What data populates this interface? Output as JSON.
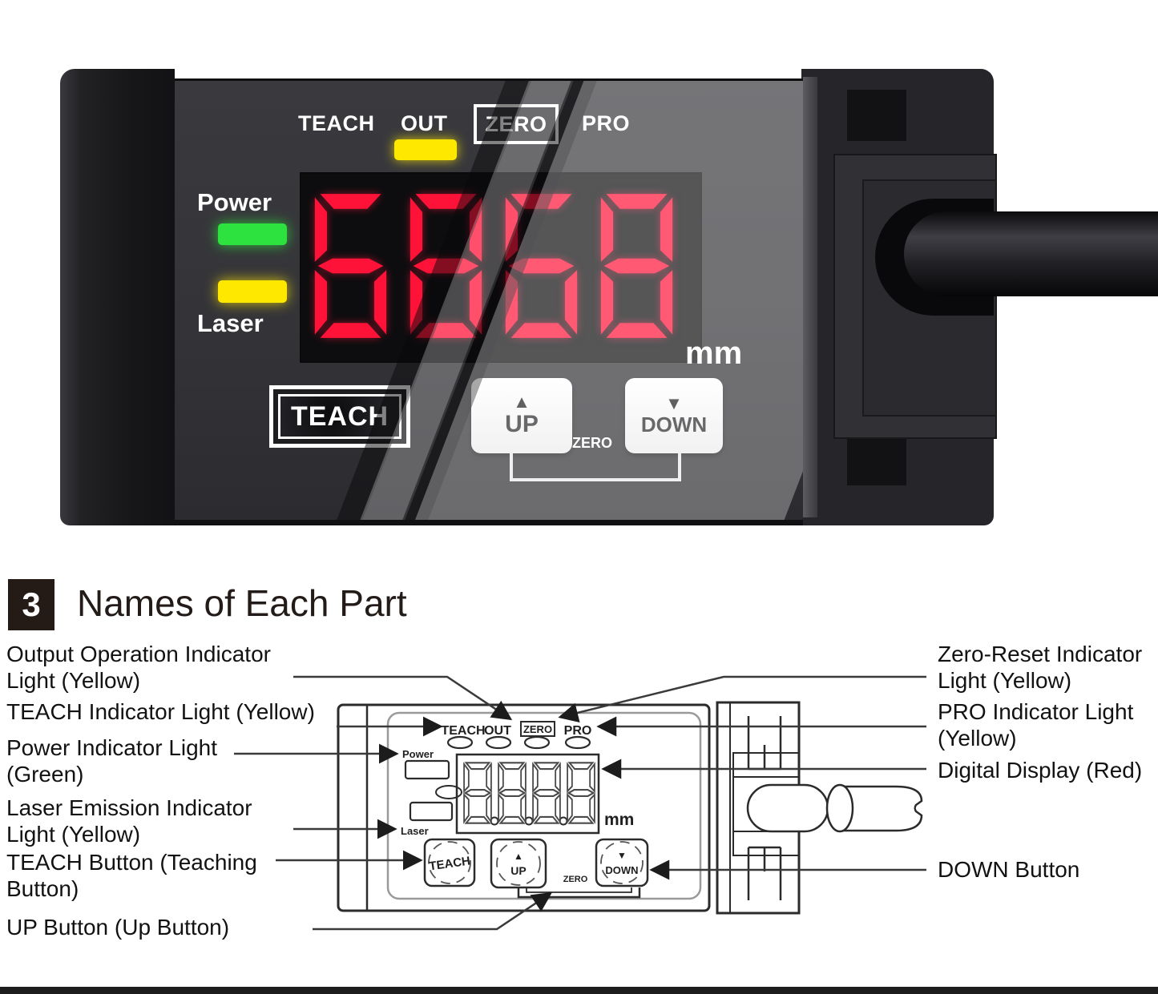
{
  "device_photo": {
    "top_labels": [
      {
        "label": "TEACH",
        "boxed": false
      },
      {
        "label": "OUT",
        "boxed": false
      },
      {
        "label": "ZERO",
        "boxed": true
      },
      {
        "label": "PRO",
        "boxed": false
      }
    ],
    "power_label": "Power",
    "laser_label": "Laser",
    "display_value": "6868",
    "unit": "mm",
    "buttons": {
      "teach": "TEACH",
      "up": "UP",
      "down": "DOWN",
      "zero_combo": "ZERO"
    },
    "button_icons": {
      "up": "▲",
      "down": "▼"
    },
    "colors": {
      "led_green": "#2de23e",
      "led_yellow": "#ffe800",
      "digit_red": "#ff1238",
      "panel_gray": "#38383c"
    }
  },
  "section": {
    "number": "3",
    "title": "Names of Each Part"
  },
  "diagram": {
    "top_labels": [
      "TEACH",
      "OUT",
      "ZERO",
      "PRO"
    ],
    "power_label": "Power",
    "laser_label": "Laser",
    "display_value": "8888",
    "unit": "mm",
    "teach_button": "TEACH",
    "up_button": "UP",
    "down_button": "DOWN",
    "zero_combo": "ZERO",
    "up_icon": "▲",
    "down_icon": "▼"
  },
  "callouts": {
    "left": [
      {
        "text": "Output Operation Indicator\nLight (Yellow)"
      },
      {
        "text": "TEACH Indicator Light (Yellow)"
      },
      {
        "text": "Power Indicator Light\n(Green)"
      },
      {
        "text": "Laser Emission Indicator\nLight (Yellow)"
      },
      {
        "text": "TEACH Button (Teaching\nButton)"
      },
      {
        "text": "UP Button (Up Button)"
      }
    ],
    "right": [
      {
        "text": "Zero-Reset Indicator\nLight (Yellow)"
      },
      {
        "text": "PRO Indicator Light\n(Yellow)"
      },
      {
        "text": "Digital Display (Red)"
      },
      {
        "text": "DOWN Button"
      }
    ]
  }
}
